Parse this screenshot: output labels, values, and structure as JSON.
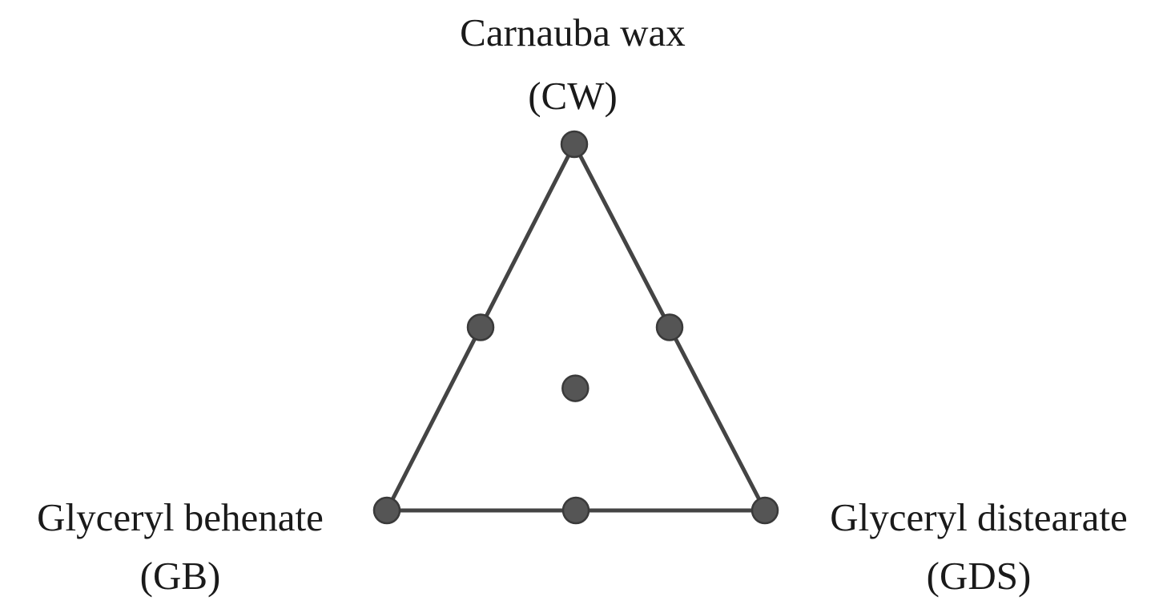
{
  "vertices": {
    "top": {
      "name": "Carnauba wax",
      "abbr": "(CW)"
    },
    "left": {
      "name": "Glyceryl behenate",
      "abbr": "(GB)"
    },
    "right": {
      "name": "Glyceryl distearate",
      "abbr": "(GDS)"
    }
  },
  "colors": {
    "line": "#444444",
    "point": "#555555",
    "point_stroke": "#3a3a3a",
    "text": "#1a1a1a"
  },
  "design_points": [
    {
      "id": "CW",
      "cw": 1,
      "gb": 0,
      "gds": 0
    },
    {
      "id": "GB",
      "cw": 0,
      "gb": 1,
      "gds": 0
    },
    {
      "id": "GDS",
      "cw": 0,
      "gb": 0,
      "gds": 1
    },
    {
      "id": "CW-GB",
      "cw": 0.5,
      "gb": 0.5,
      "gds": 0
    },
    {
      "id": "CW-GDS",
      "cw": 0.5,
      "gb": 0,
      "gds": 0.5
    },
    {
      "id": "GB-GDS",
      "cw": 0,
      "gb": 0.5,
      "gds": 0.5
    },
    {
      "id": "centroid",
      "cw": 0.3333,
      "gb": 0.3333,
      "gds": 0.3333
    }
  ]
}
